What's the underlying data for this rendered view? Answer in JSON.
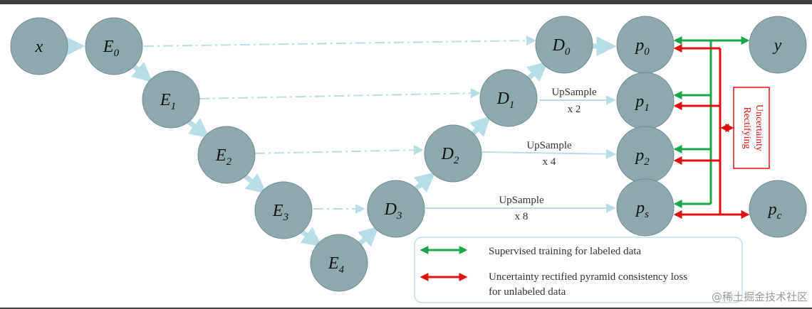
{
  "nodes": {
    "x": {
      "main": "x"
    },
    "E0": {
      "main": "E",
      "sub": "0"
    },
    "E1": {
      "main": "E",
      "sub": "1"
    },
    "E2": {
      "main": "E",
      "sub": "2"
    },
    "E3": {
      "main": "E",
      "sub": "3"
    },
    "E4": {
      "main": "E",
      "sub": "4"
    },
    "D0": {
      "main": "D",
      "sub": "0"
    },
    "D1": {
      "main": "D",
      "sub": "1"
    },
    "D2": {
      "main": "D",
      "sub": "2"
    },
    "D3": {
      "main": "D",
      "sub": "3"
    },
    "p0": {
      "main": "p",
      "sub": "0"
    },
    "p1": {
      "main": "p",
      "sub": "1"
    },
    "p2": {
      "main": "p",
      "sub": "2"
    },
    "ps": {
      "main": "p",
      "sub": "s"
    },
    "y": {
      "main": "y"
    },
    "pc": {
      "main": "p",
      "sub": "c"
    }
  },
  "upsample": {
    "d1": {
      "line1": "UpSample",
      "line2": "x 2"
    },
    "d2": {
      "line1": "UpSample",
      "line2": "x 4"
    },
    "d3": {
      "line1": "UpSample",
      "line2": "x 8"
    }
  },
  "rectify_box": {
    "line1": "Uncertainty",
    "line2": "Rectifying"
  },
  "legend": {
    "supervised": "Supervised training for labeled data",
    "unsup_line1": "Uncertainty rectified pyramid consistency loss",
    "unsup_line2": "for unlabeled data"
  },
  "watermark": "@稀土掘金技术社区",
  "colors": {
    "node_fill": "#8fa8ae",
    "node_stroke": "#6f8c93",
    "light_arrow": "#b9dde6",
    "green": "#1aa64a",
    "red": "#e01010",
    "legend_border": "#bde0e8"
  }
}
